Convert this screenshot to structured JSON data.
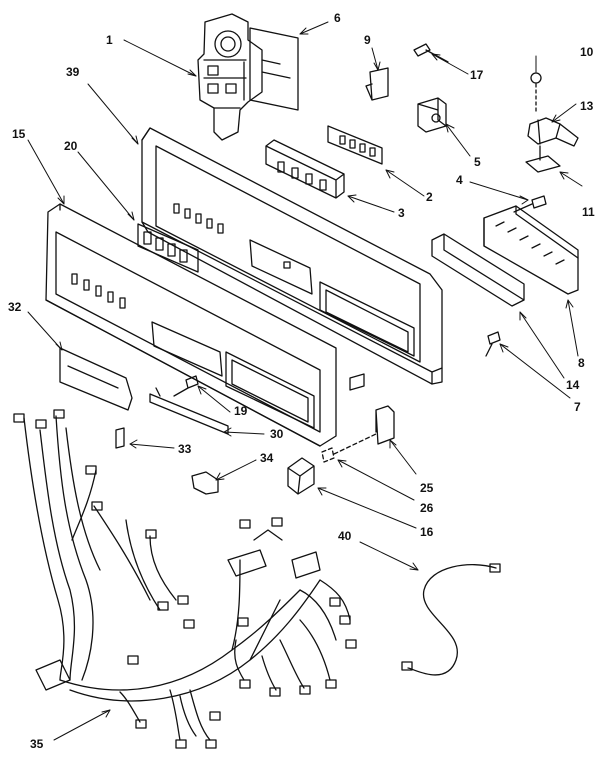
{
  "colors": {
    "ink": "#111111",
    "paper": "#ffffff"
  },
  "callouts": [
    {
      "id": "c1",
      "text": "1"
    },
    {
      "id": "c6",
      "text": "6"
    },
    {
      "id": "c9",
      "text": "9"
    },
    {
      "id": "c17",
      "text": "17"
    },
    {
      "id": "c10",
      "text": "10"
    },
    {
      "id": "c13",
      "text": "13"
    },
    {
      "id": "c39",
      "text": "39"
    },
    {
      "id": "c15",
      "text": "15"
    },
    {
      "id": "c20",
      "text": "20"
    },
    {
      "id": "c5",
      "text": "5"
    },
    {
      "id": "c4",
      "text": "4"
    },
    {
      "id": "c2",
      "text": "2"
    },
    {
      "id": "c11",
      "text": "11"
    },
    {
      "id": "c3",
      "text": "3"
    },
    {
      "id": "c32",
      "text": "32"
    },
    {
      "id": "c8",
      "text": "8"
    },
    {
      "id": "c14",
      "text": "14"
    },
    {
      "id": "c7",
      "text": "7"
    },
    {
      "id": "c19",
      "text": "19"
    },
    {
      "id": "c30",
      "text": "30"
    },
    {
      "id": "c33",
      "text": "33"
    },
    {
      "id": "c34",
      "text": "34"
    },
    {
      "id": "c25",
      "text": "25"
    },
    {
      "id": "c26",
      "text": "26"
    },
    {
      "id": "c16",
      "text": "16"
    },
    {
      "id": "c40",
      "text": "40"
    },
    {
      "id": "c35",
      "text": "35"
    }
  ]
}
